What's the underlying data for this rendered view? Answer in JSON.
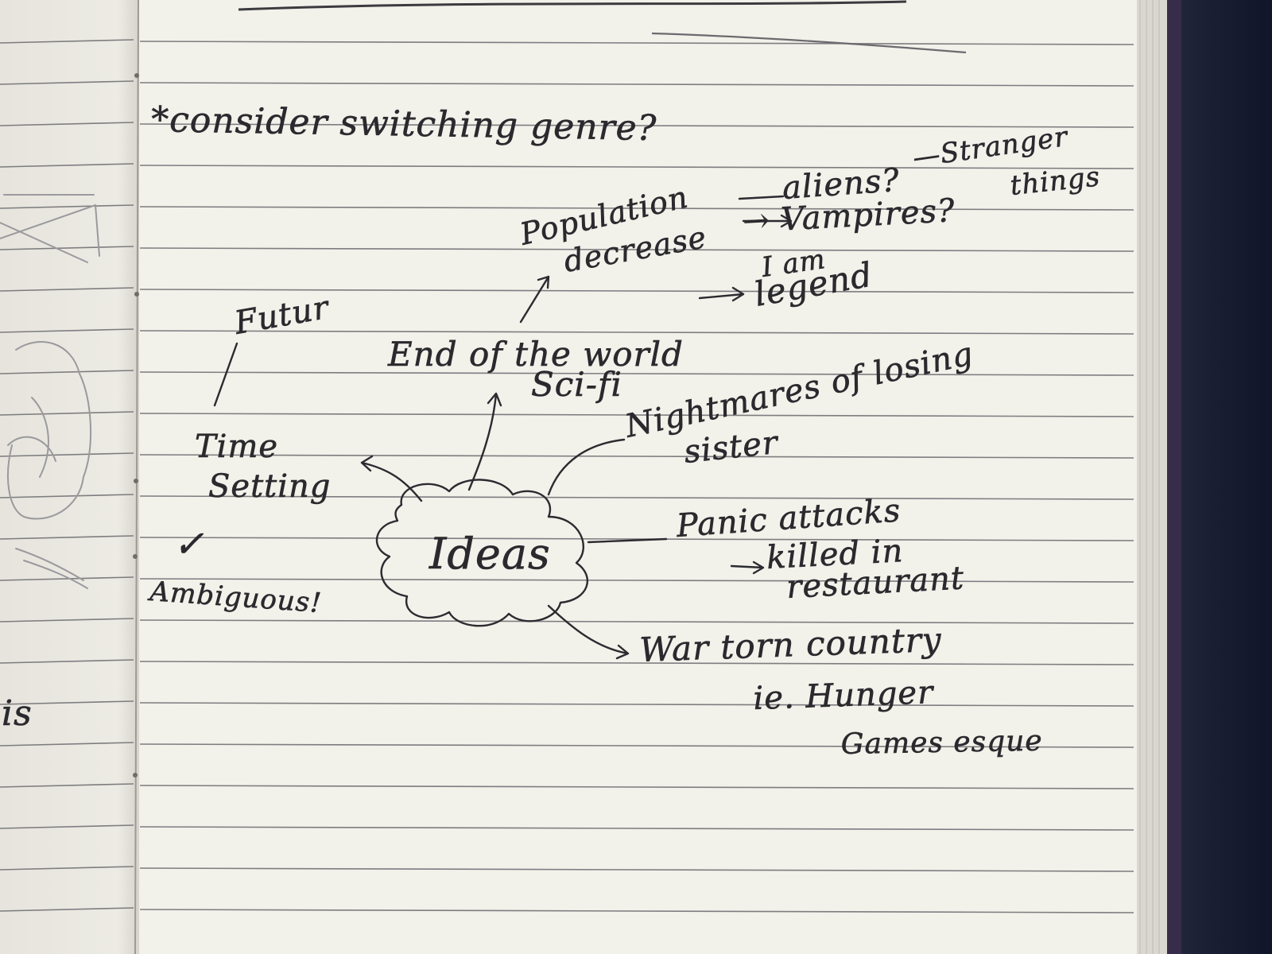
{
  "page": {
    "title_note": "*consider switching genre?",
    "center_idea": "Ideas"
  },
  "branches": {
    "time_setting": {
      "label_line1": "Time",
      "label_line2": "Setting",
      "future": "Futur",
      "check": "✓",
      "ambiguous": "Ambiguous!"
    },
    "end_of_world": {
      "label_line1": "End of the world",
      "label_line2": "Sci-fi",
      "population_line1": "Population",
      "population_line2": "decrease",
      "aliens": "aliens?",
      "stranger_line1": "—Stranger",
      "stranger_line2": "things",
      "vampires": "→ Vampires?",
      "legend_line1": "I am",
      "legend_line2": "legend"
    },
    "nightmares": {
      "line1": "Nightmares of losing",
      "line2": "sister"
    },
    "panic": {
      "line1": "Panic attacks",
      "line2": "killed in",
      "line3": "restaurant"
    },
    "war": {
      "line1": "War torn country",
      "line2": "ie. Hunger",
      "line3": "Games esque"
    }
  },
  "left_page": {
    "fragment": "is"
  },
  "colors": {
    "paper": "#f1f0e8",
    "ink": "#2b2b30",
    "rule": "#7d7d80",
    "cover": "#1b2136"
  }
}
